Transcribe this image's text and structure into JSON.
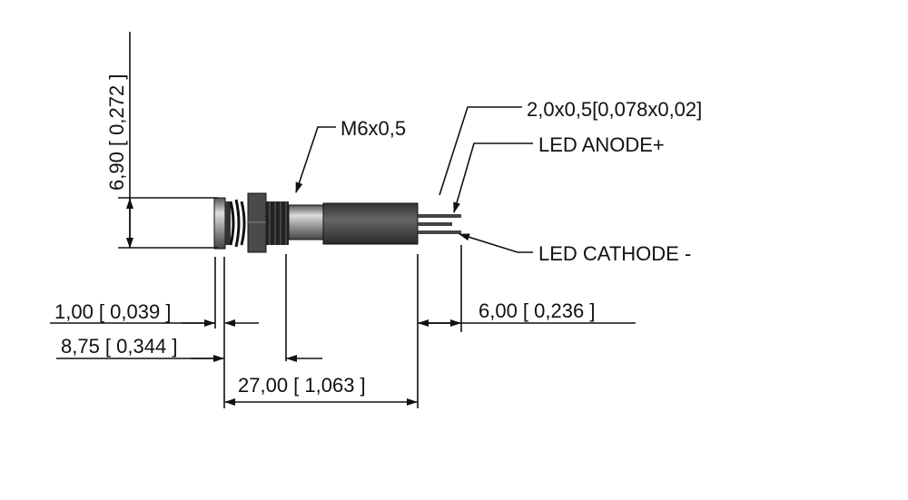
{
  "dimensions": {
    "height_label": "6,90 [ 0,272 ]",
    "front_thickness_label": "1,00 [ 0,039 ]",
    "thread_offset_label": "8,75 [ 0,344 ]",
    "body_length_label": "27,00 [ 1,063 ]",
    "pin_length_label": "6,00 [ 0,236 ]"
  },
  "callouts": {
    "thread": "M6x0,5",
    "pin_size": "2,0x0,5[0,078x0,02]",
    "anode": "LED ANODE+",
    "cathode": "LED CATHODE -"
  }
}
